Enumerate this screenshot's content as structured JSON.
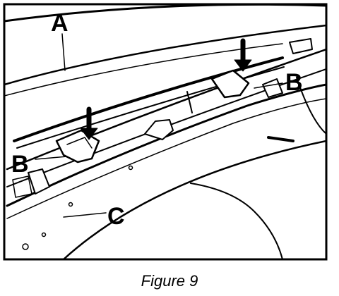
{
  "callouts": {
    "a": "A",
    "b_right": "B",
    "b_left": "B",
    "c": "C"
  },
  "caption": "Figure 9"
}
